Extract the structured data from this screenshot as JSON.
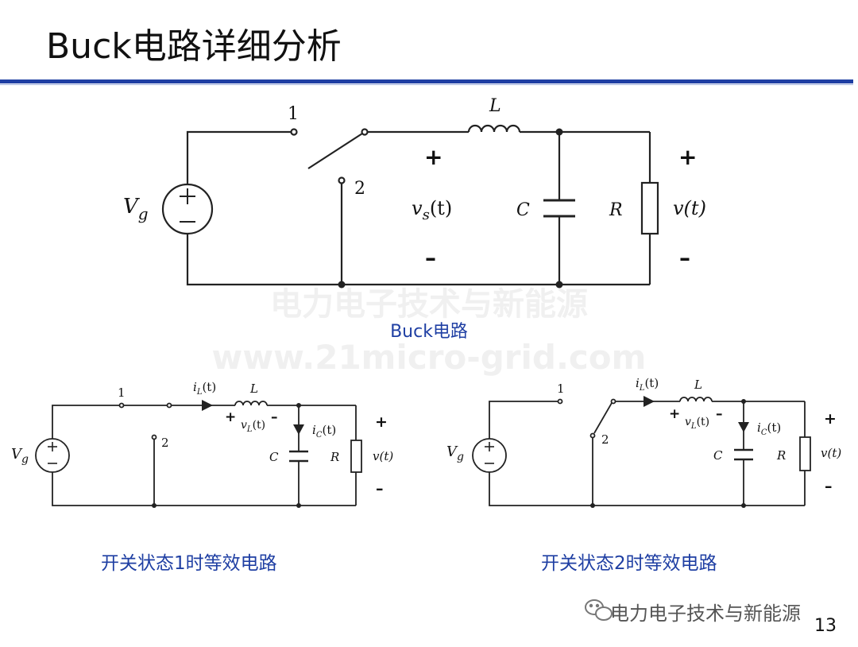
{
  "title": "Buck电路详细分析",
  "watermark": {
    "line1": "电力电子技术与新能源",
    "line2": "www.21micro-grid.com"
  },
  "main_circuit": {
    "caption": "Buck电路",
    "source": "V",
    "source_sub": "g",
    "switch_node_1": "1",
    "switch_node_2": "2",
    "inductor": "L",
    "capacitor": "C",
    "resistor": "R",
    "vs_label": "v",
    "vs_sub": "s",
    "vs_arg": "(t)",
    "vout_label": "v(t)",
    "plus": "+",
    "minus": "–"
  },
  "state1": {
    "caption": "开关状态1时等效电路",
    "source": "V",
    "source_sub": "g",
    "node1": "1",
    "node2": "2",
    "iL": "i",
    "iL_sub": "L",
    "iL_arg": "(t)",
    "inductor": "L",
    "vL": "v",
    "vL_sub": "L",
    "vL_arg": "(t)",
    "iC": "i",
    "iC_sub": "C",
    "iC_arg": "(t)",
    "capacitor": "C",
    "resistor": "R",
    "vout": "v(t)",
    "plus": "+",
    "minus": "–"
  },
  "state2": {
    "caption": "开关状态2时等效电路",
    "source": "V",
    "source_sub": "g",
    "node1": "1",
    "node2": "2",
    "iL": "i",
    "iL_sub": "L",
    "iL_arg": "(t)",
    "inductor": "L",
    "vL": "v",
    "vL_sub": "L",
    "vL_arg": "(t)",
    "iC": "i",
    "iC_sub": "C",
    "iC_arg": "(t)",
    "capacitor": "C",
    "resistor": "R",
    "vout": "v(t)",
    "plus": "+",
    "minus": "–"
  },
  "footer": {
    "brand": "电力电子技术与新能源",
    "logo_icon": "wechat-icon",
    "page_number": "13"
  },
  "colors": {
    "accent": "#1f3fa3",
    "wire": "#222222"
  }
}
